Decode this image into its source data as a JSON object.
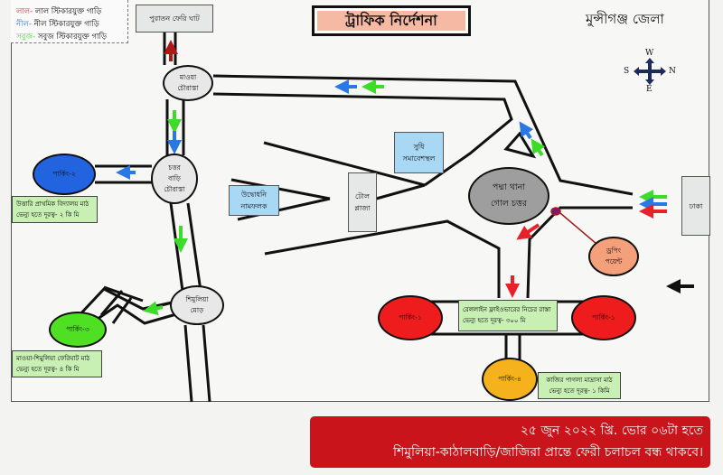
{
  "title": "ট্রাফিক নির্দেশনা",
  "district": "মুন্সীগঞ্জ জেলা",
  "legend": {
    "items": [
      {
        "key": "লাল-",
        "text": "লাল স্টিকারযুক্ত গাড়ি",
        "color": "#e8202a"
      },
      {
        "key": "নীল-",
        "text": "নীল স্টিকারযুক্ত গাড়ি",
        "color": "#2a78e4"
      },
      {
        "key": "সবুজ-",
        "text": "সবুজ স্টিকারযুক্ত গাড়ি",
        "color": "#3cdc28"
      }
    ]
  },
  "compass": {
    "north_top": "W",
    "left": "S",
    "right": "N",
    "bottom": "E"
  },
  "places": {
    "old_ferry_ghat": "পুরাতন ফেরি ঘাট",
    "mawa_chourasta": [
      "মাওয়া",
      "চৌরাস্তা"
    ],
    "char_bari_chourasta": [
      "চত্তর",
      "বাড়ি",
      "চৌরাস্তা"
    ],
    "shimulia_mor": [
      "শিমুলিয়া",
      "মোড়"
    ],
    "inauguration_plaque": [
      "উদ্বোধনি",
      "নামফলক"
    ],
    "toll_plaza": [
      "টোল",
      "প্লাজা"
    ],
    "sudhi_venue": [
      "সুধি",
      "সমাবেশস্থল"
    ],
    "padma_thana_roundabout": [
      "পদ্মা থানা",
      "গোল চত্তর"
    ],
    "dhaka": "ঢাকা",
    "dropping_point": [
      "ড্রপিং",
      "পয়েন্ট"
    ]
  },
  "parking": {
    "p1_left": {
      "label": "পার্কিং-১",
      "color": "#ee1c1c"
    },
    "p1_right": {
      "label": "পার্কিং-১",
      "color": "#ee1c1c"
    },
    "p2": {
      "label": "পার্কিং-২",
      "color": "#2264e0"
    },
    "p3": {
      "label": "পার্কিং-৩",
      "color": "#4fe024"
    },
    "p4": {
      "label": "পার্কিং-৪",
      "color": "#f5b21c"
    }
  },
  "notes": {
    "p1": [
      "রেললাইন ফ্লাইওভারের নিচের রাস্তা",
      "ভেন্যু হতে দূরত্ব- ৩০০ মি"
    ],
    "p2": [
      "উত্তারি প্রাথমিক বিদ্যালয় মাঠ",
      "ভেন্যু হতে দূরত্ব- ২ কি মি"
    ],
    "p3": [
      "মাওয়া-শিমুলিয়া ফেরিঘাট মাঠ",
      "ভেন্যু হতে দূরত্ব- ৪ কি মি"
    ],
    "p4": [
      "কাজির পাগলা মাদ্রাসা মাঠ",
      "ভেন্যু হতে দূরত্ব- ১ কিমি"
    ]
  },
  "banner": {
    "line1": "২৫ জুন ২০২২ খ্রি. ভোর ০৬টা হতে",
    "line2": "শিমুলিয়া-কাঠালবাড়ি/জাজিরা প্রান্তে ফেরী চলাচল বন্ধ থাকবে।"
  },
  "colors": {
    "red": "#e8202a",
    "blue": "#2a78e4",
    "green": "#3cdc28",
    "banner": "#c8141a"
  }
}
